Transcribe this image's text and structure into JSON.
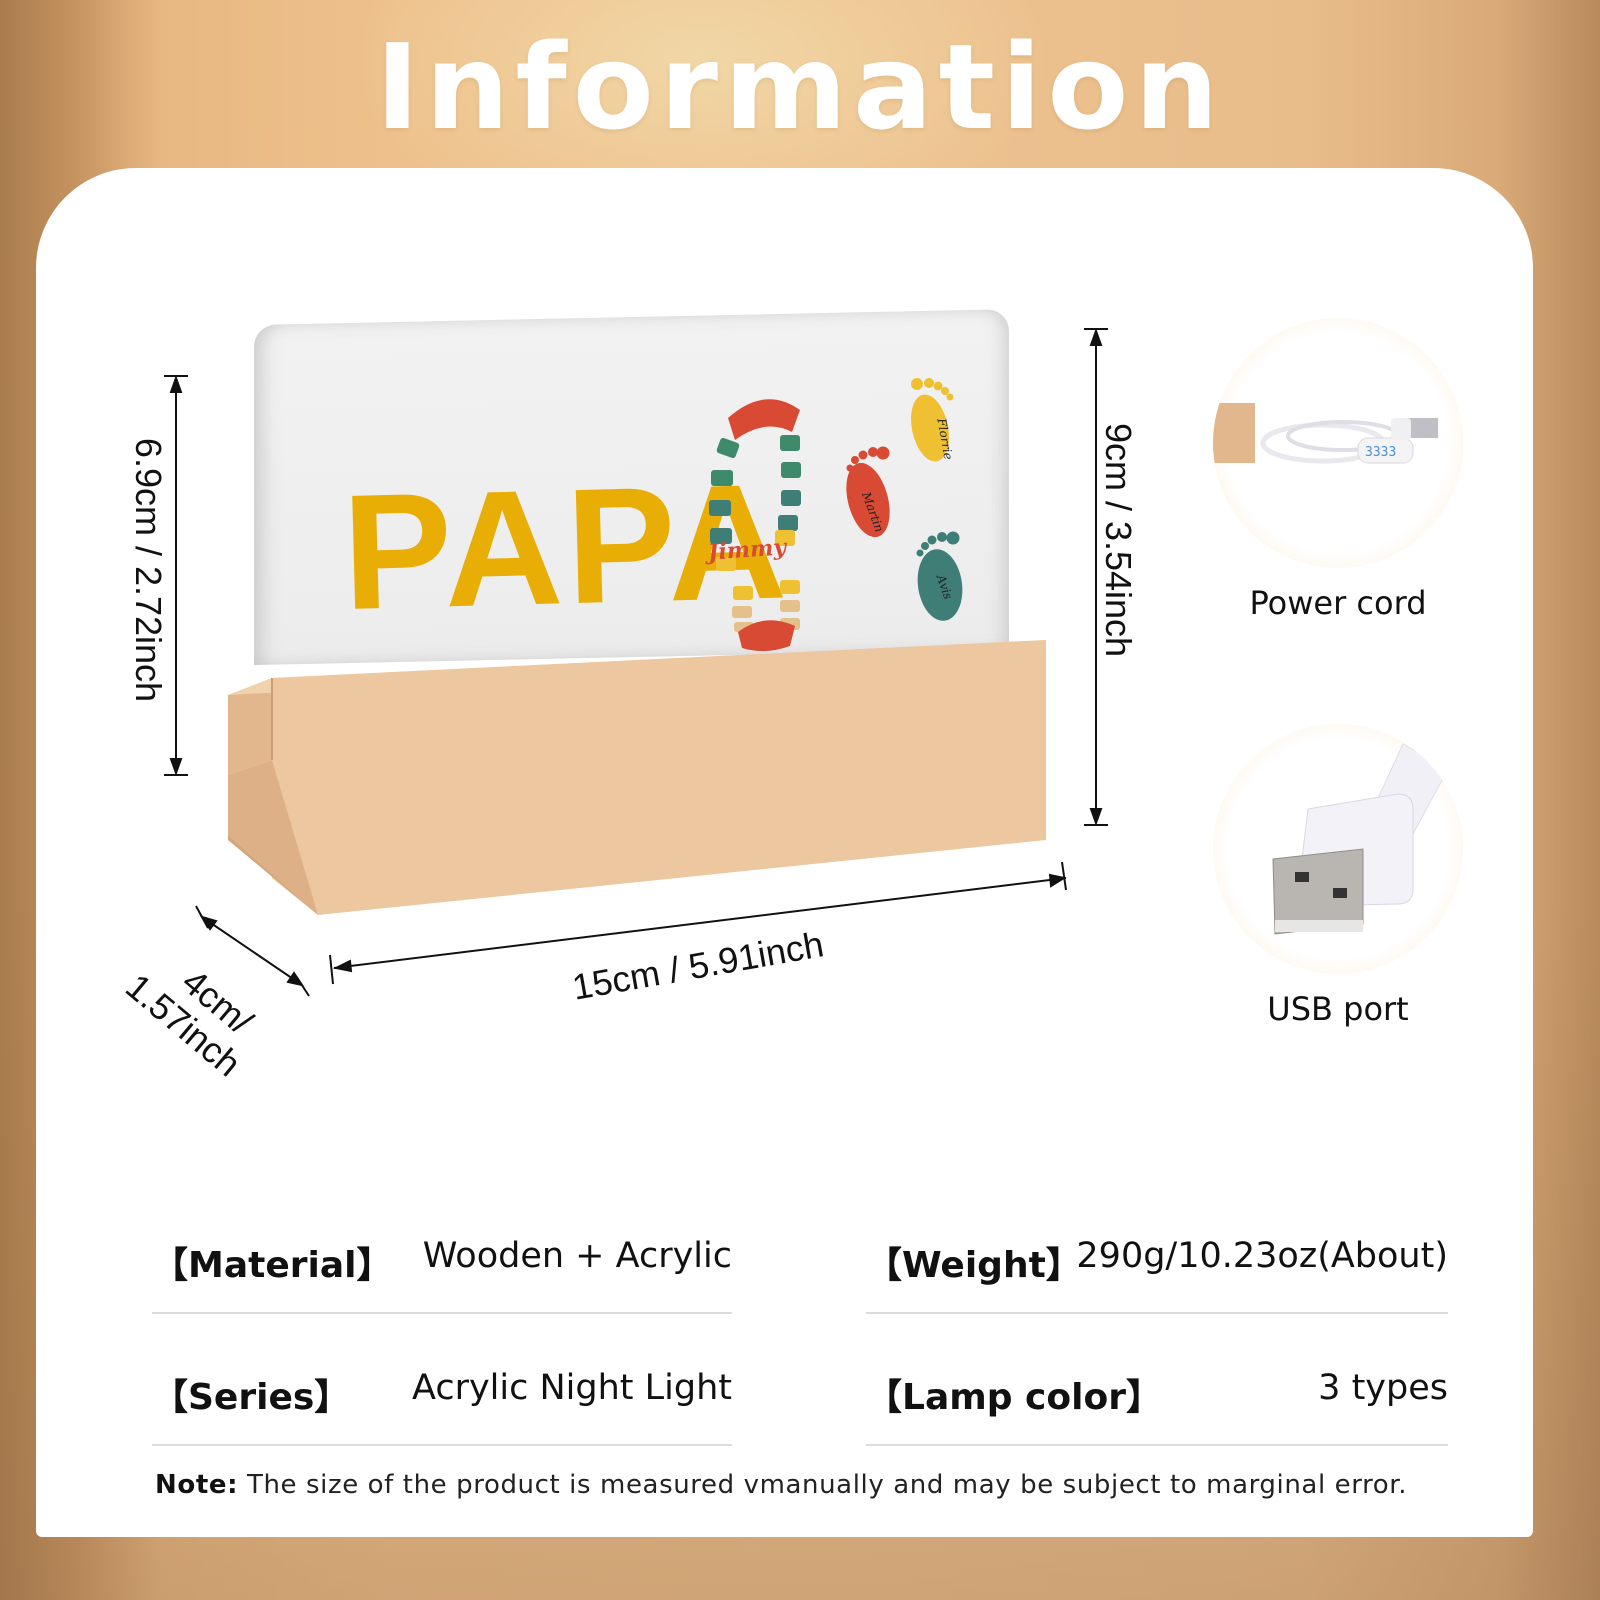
{
  "header": {
    "title": "Information"
  },
  "product": {
    "print_text": "PAPA",
    "parent_name": "Jimmy",
    "child_names": [
      "Florrie",
      "Martin",
      "Avis"
    ],
    "colors": {
      "papa_yellow": "#e9ae05",
      "red": "#d84a33",
      "green": "#3e8a6a",
      "teal": "#3f7d77",
      "yellow": "#efc032",
      "beige": "#e4c08a",
      "wood": "#ecc79f"
    }
  },
  "dimensions": {
    "acrylic_height": "6.9cm / 2.72inch",
    "total_height": "9cm / 3.54inch",
    "length": "15cm / 5.91inch",
    "depth_line1": "4cm/",
    "depth_line2": "1.57inch"
  },
  "accessories": [
    {
      "label": "Power cord",
      "icon": "usb-cable-icon"
    },
    {
      "label": "USB port",
      "icon": "usb-plug-icon"
    }
  ],
  "specs": [
    {
      "key": "【Material】",
      "value": "Wooden + Acrylic"
    },
    {
      "key": "【Weight】",
      "value": "290g/10.23oz(About)"
    },
    {
      "key": "【Series】",
      "value": "Acrylic Night Light"
    },
    {
      "key": "【Lamp color】",
      "value": "3 types"
    }
  ],
  "note": {
    "label": "Note:",
    "text": " The size of the product is measured vmanually and may be subject to marginal error."
  }
}
